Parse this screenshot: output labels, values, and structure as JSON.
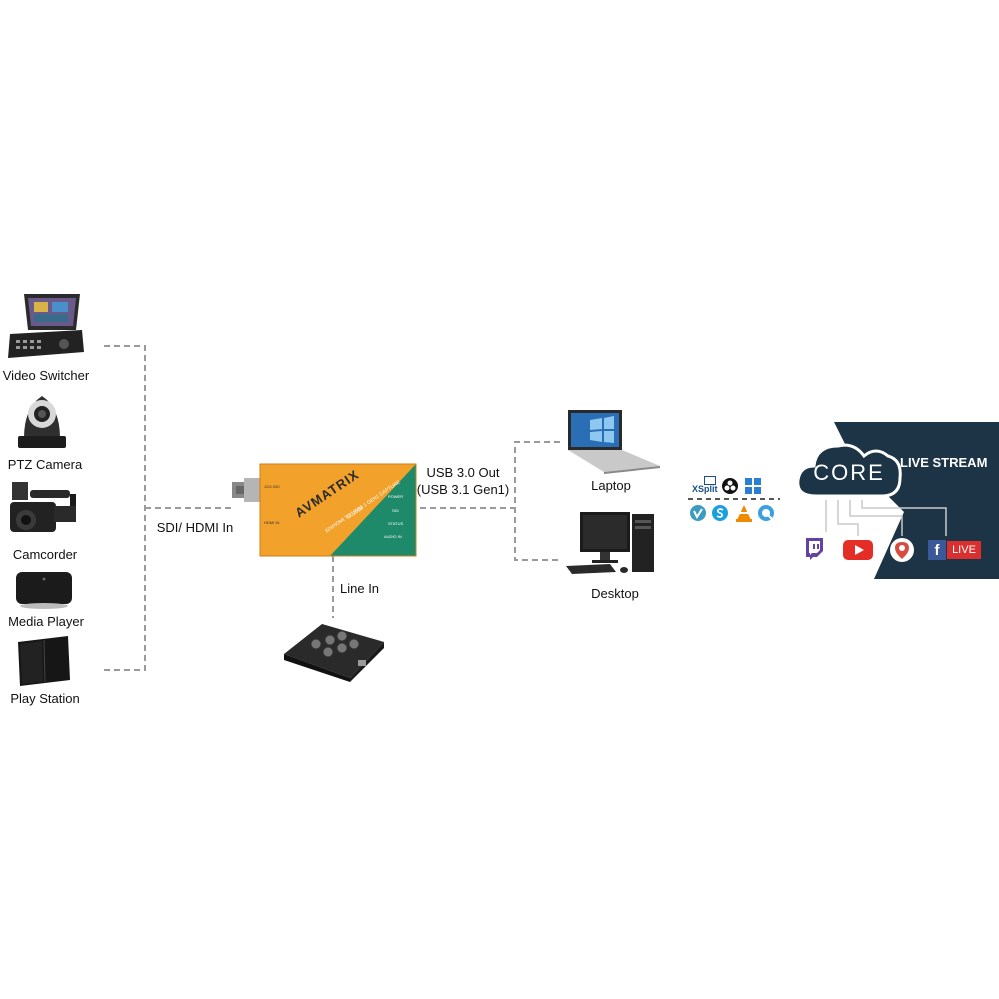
{
  "sources": [
    {
      "label": "Video Switcher",
      "icon": "video-switcher-icon"
    },
    {
      "label": "PTZ Camera",
      "icon": "ptz-camera-icon"
    },
    {
      "label": "Camcorder",
      "icon": "camcorder-icon"
    },
    {
      "label": "Media Player",
      "icon": "media-player-icon"
    },
    {
      "label": "Play Station",
      "icon": "play-station-icon"
    }
  ],
  "connections": {
    "input_label": "SDI/ HDMI In",
    "line_in_label": "Line In",
    "usb_out_line1": "USB 3.0 Out",
    "usb_out_line2": "(USB 3.1 Gen1)"
  },
  "device": {
    "brand": "AVMATRIX",
    "model": "UC2018",
    "tagline": "SDI/HDMI TO USB3.1 GEN1 CAPTURE",
    "port_labels": [
      "12G-SDI",
      "HDMI IN"
    ],
    "indicators": [
      "POWER",
      "SDI",
      "STATUS",
      "AUDIO IN"
    ],
    "color_orange": "#f2a12a",
    "color_green": "#1f8a6a"
  },
  "computers": [
    {
      "label": "Laptop",
      "icon": "laptop-icon"
    },
    {
      "label": "Desktop",
      "icon": "desktop-icon"
    }
  ],
  "software_icons": [
    "xsplit-icon",
    "obs-icon",
    "windows-icon",
    "vimeo-icon",
    "skype-icon",
    "vlc-icon",
    "quicktime-icon"
  ],
  "software_text": {
    "xsplit": "XSplit"
  },
  "stream": {
    "cloud_text": "CORE",
    "title": "LIVE STREAM",
    "live_badge": "LIVE",
    "platforms": [
      "twitch-icon",
      "youtube-icon",
      "periscope-icon",
      "facebook-live-icon"
    ],
    "panel_color": "#1d3447"
  }
}
